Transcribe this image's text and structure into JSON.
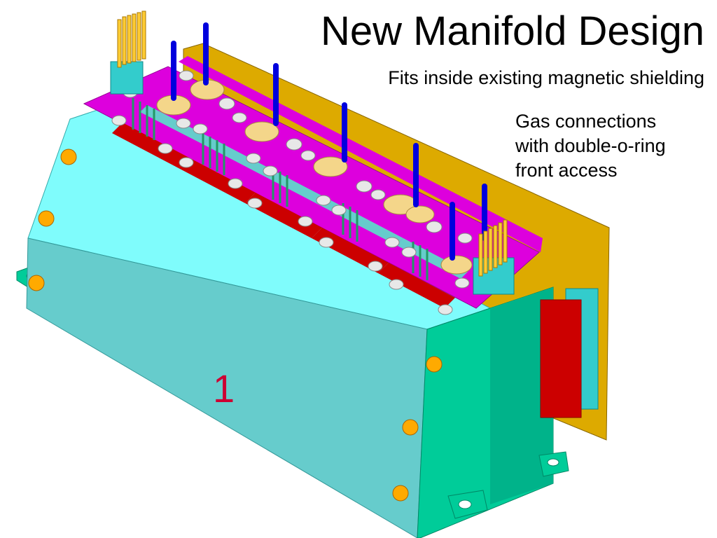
{
  "slide": {
    "title": "New Manifold Design",
    "subtitle": "Fits inside existing magnetic shielding",
    "annotation": {
      "lines": [
        "Gas connections",
        "with double-o-ring",
        "front access"
      ]
    }
  },
  "illustration": {
    "subject": "3D rendered manifold assembly",
    "part_marking": "1",
    "colors": {
      "body": "#7ffcfc",
      "body_shade": "#66cccc",
      "end_block": "#00cc99",
      "plate": "#dd00dd",
      "plate_rear": "#ddaa00",
      "valve": "#f4d68a",
      "gas_tube": "#0000dd",
      "connector_red": "#cc0000",
      "screw": "#e8e8e8",
      "pin": "#ffcc33",
      "marking": "#cc0033"
    }
  }
}
